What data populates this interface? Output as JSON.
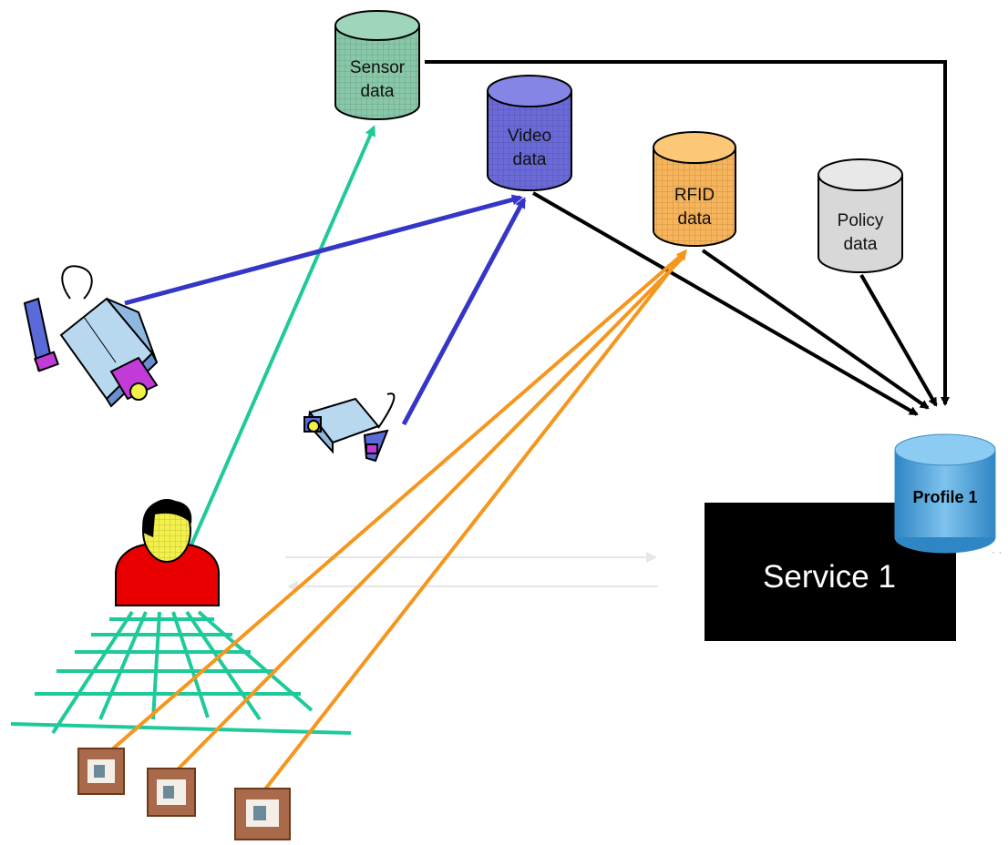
{
  "databases": {
    "sensor": {
      "line1": "Sensor",
      "line2": "data",
      "color": "#88c8a8"
    },
    "video": {
      "line1": "Video",
      "line2": "data",
      "color": "#6a6ad8"
    },
    "rfid": {
      "line1": "RFID",
      "line2": "data",
      "color": "#f7b45a"
    },
    "policy": {
      "line1": "Policy",
      "line2": "data",
      "color": "#d8d8d8"
    }
  },
  "service": {
    "label": "Service 1",
    "color": "#000000"
  },
  "profile": {
    "label": "Profile 1",
    "color": "#4aa0d8"
  },
  "colors": {
    "sensor_link": "#1ec99a",
    "video_link": "#3535c8",
    "rfid_link": "#f5961e",
    "profile_link": "#000000",
    "user_shirt": "#e80000"
  },
  "icons": [
    "camera-icon",
    "user-icon",
    "rfid-tag-icon",
    "sensor-grid-icon",
    "database-icon"
  ]
}
